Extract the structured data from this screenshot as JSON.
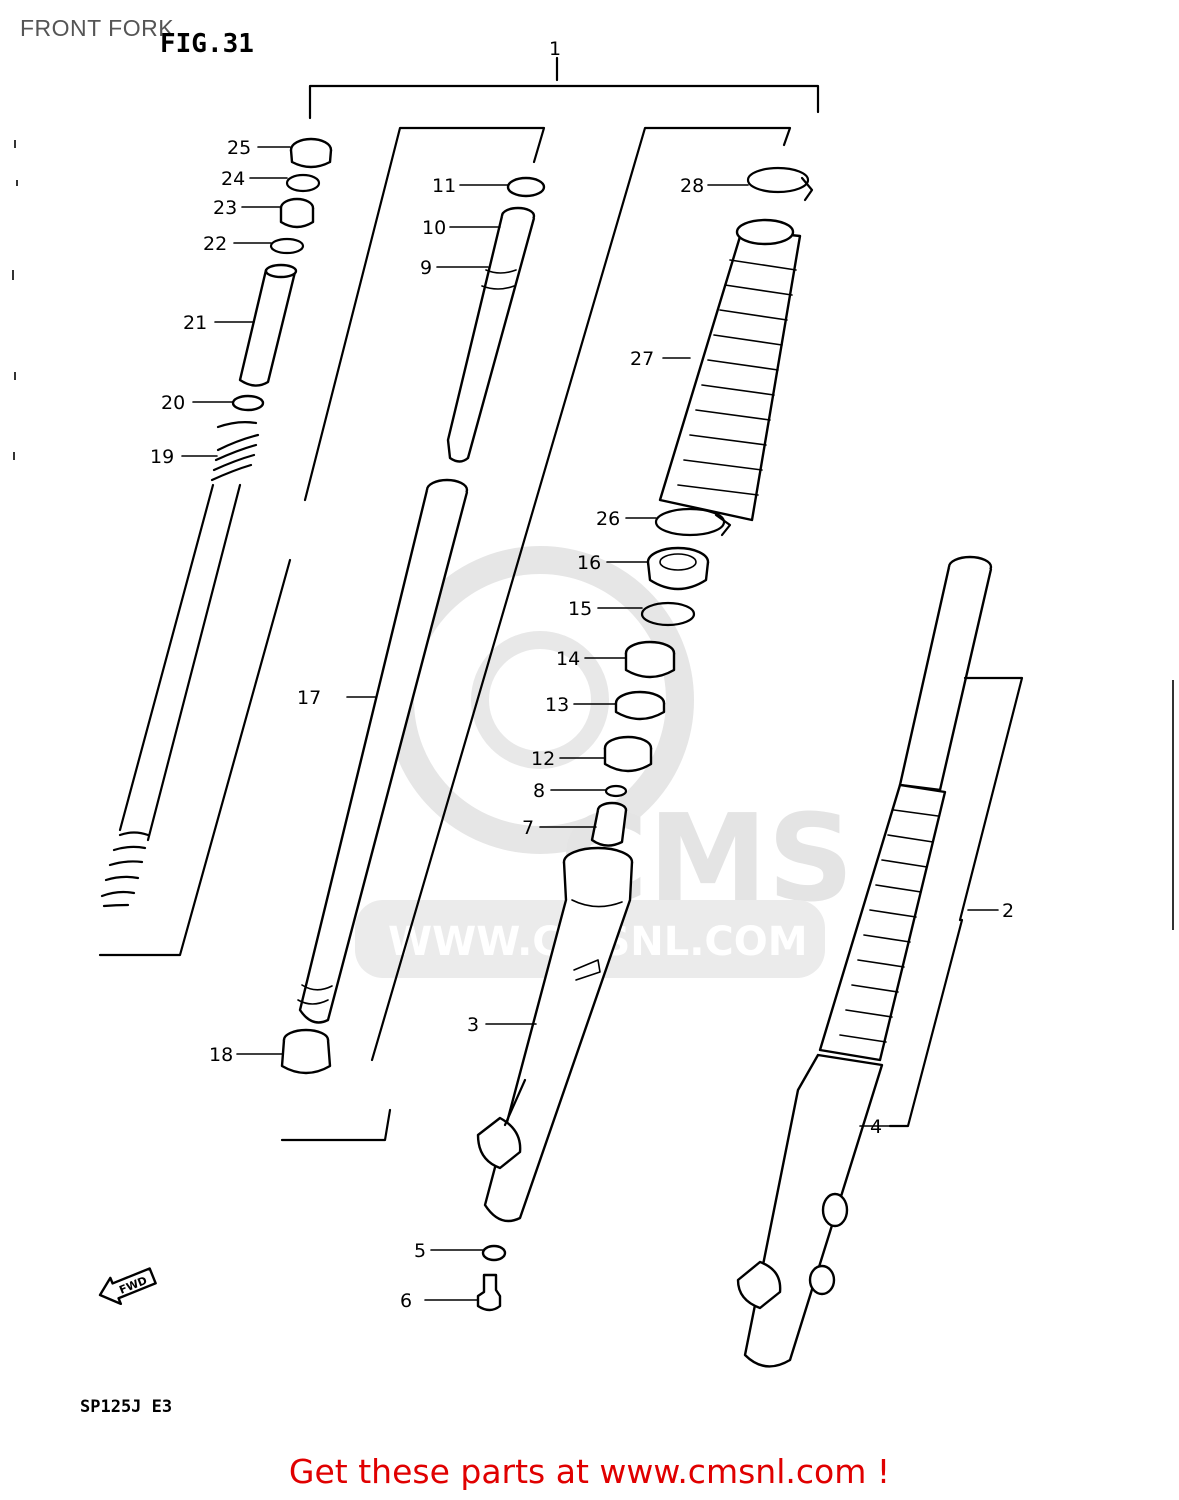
{
  "page_title": "FRONT FORK",
  "figure_label": "FIG.31",
  "model_code": "SP125J  E3",
  "fwd_label": "FWD",
  "watermark": {
    "logo": "CMS",
    "url": "WWW.CMSNL.COM"
  },
  "footer": "Get these parts at www.cmsnl.com !",
  "callouts": [
    "1",
    "2",
    "3",
    "4",
    "5",
    "6",
    "7",
    "8",
    "9",
    "10",
    "11",
    "12",
    "13",
    "14",
    "15",
    "16",
    "17",
    "18",
    "19",
    "20",
    "21",
    "22",
    "23",
    "24",
    "25",
    "26",
    "27",
    "28"
  ],
  "colors": {
    "footer": "#e00000",
    "lines": "#000000",
    "watermark": "#e4e4e4"
  }
}
